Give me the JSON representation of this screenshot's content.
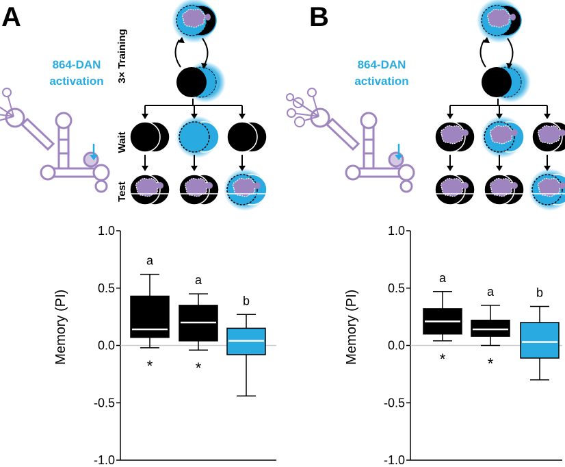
{
  "panels": [
    {
      "letter": "A",
      "activation_label_line1": "864-DAN",
      "activation_label_line2": "activation",
      "step_training": "3× Training",
      "step_wait": "Wait",
      "step_test": "Test",
      "odor_cloud_in_wait": false
    },
    {
      "letter": "B",
      "activation_label_line1": "864-DAN",
      "activation_label_line2": "activation",
      "step_training": "",
      "step_wait": "",
      "step_test": "",
      "odor_cloud_in_wait": true
    }
  ],
  "colors": {
    "activation_blue": "#29abe2",
    "box_black": "#000000",
    "neuron_purple": "#9f85c0",
    "zero_line": "#cccccc"
  },
  "chart_data": [
    {
      "type": "box",
      "panel": "A",
      "ylabel": "Memory (PI)",
      "ylim": [
        -1.0,
        1.0
      ],
      "yticks": [
        "1.0",
        "0.5",
        "0.0",
        "-0.5",
        "-1.0"
      ],
      "ytick_values": [
        1.0,
        0.5,
        0.0,
        -0.5,
        -1.0
      ],
      "reference_line": 0.0,
      "boxes": [
        {
          "fill": "black",
          "whisker_low": -0.02,
          "q1": 0.07,
          "median": 0.14,
          "q3": 0.43,
          "whisker_high": 0.62,
          "group_letter": "a",
          "significance": "*"
        },
        {
          "fill": "black",
          "whisker_low": -0.04,
          "q1": 0.04,
          "median": 0.2,
          "q3": 0.35,
          "whisker_high": 0.45,
          "group_letter": "a",
          "significance": "*"
        },
        {
          "fill": "blue",
          "whisker_low": -0.44,
          "q1": -0.08,
          "median": 0.04,
          "q3": 0.15,
          "whisker_high": 0.27,
          "group_letter": "b",
          "significance": ""
        }
      ]
    },
    {
      "type": "box",
      "panel": "B",
      "ylabel": "Memory (PI)",
      "ylim": [
        -1.0,
        1.0
      ],
      "yticks": [
        "1.0",
        "0.5",
        "0.0",
        "-0.5",
        "-1.0"
      ],
      "ytick_values": [
        1.0,
        0.5,
        0.0,
        -0.5,
        -1.0
      ],
      "reference_line": 0.0,
      "boxes": [
        {
          "fill": "black",
          "whisker_low": 0.04,
          "q1": 0.1,
          "median": 0.21,
          "q3": 0.32,
          "whisker_high": 0.47,
          "group_letter": "a",
          "significance": "*"
        },
        {
          "fill": "black",
          "whisker_low": 0.0,
          "q1": 0.08,
          "median": 0.14,
          "q3": 0.22,
          "whisker_high": 0.35,
          "group_letter": "a",
          "significance": "*"
        },
        {
          "fill": "blue",
          "whisker_low": -0.3,
          "q1": -0.11,
          "median": 0.03,
          "q3": 0.2,
          "whisker_high": 0.34,
          "group_letter": "b",
          "significance": ""
        }
      ]
    }
  ]
}
